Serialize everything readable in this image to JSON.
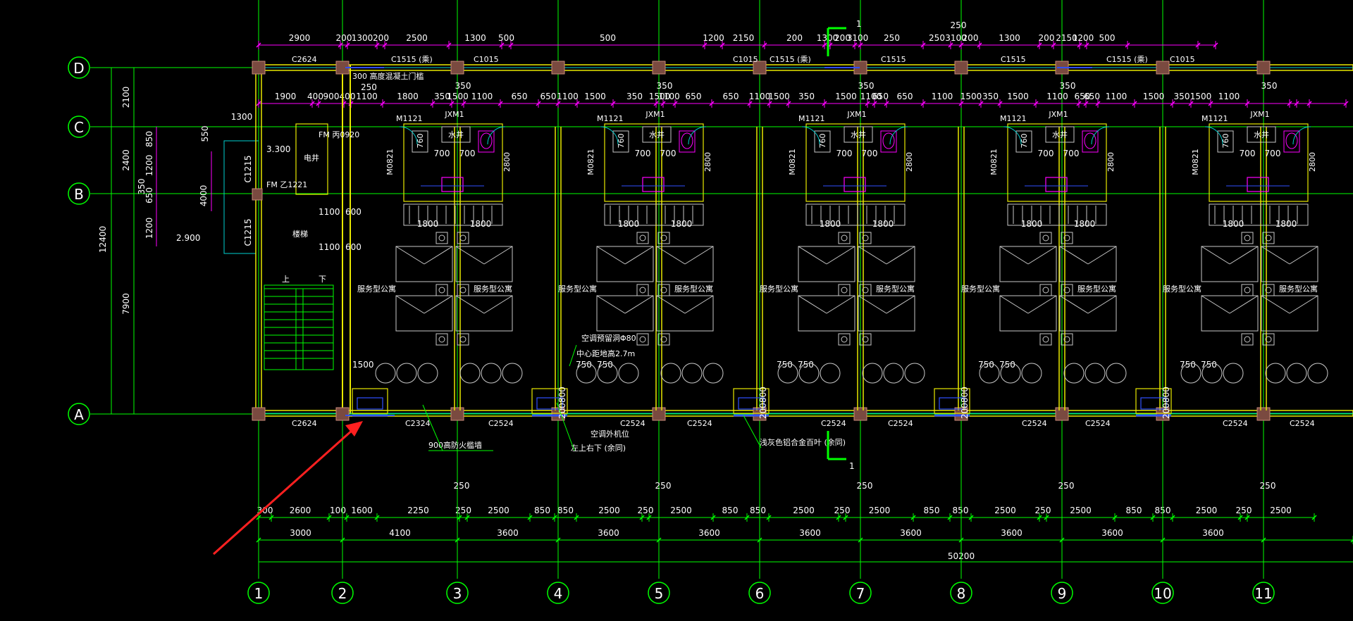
{
  "colors": {
    "background": "#000000",
    "axis_line": "#00ff00",
    "dimension": "#ff00ff",
    "wall": "#e8e800",
    "window": "#00d0d0",
    "column": "#c98a7a",
    "text": "#ffffff",
    "arrow": "#ff2020",
    "blue": "#3050ff",
    "gray": "#c8c8c8"
  },
  "axes_vertical": [
    {
      "label": "1"
    },
    {
      "label": "2"
    },
    {
      "label": "3"
    },
    {
      "label": "4"
    },
    {
      "label": "5"
    },
    {
      "label": "6"
    },
    {
      "label": "7"
    },
    {
      "label": "8"
    },
    {
      "label": "9"
    },
    {
      "label": "10"
    },
    {
      "label": "11"
    }
  ],
  "axes_horizontal": [
    {
      "label": "D"
    },
    {
      "label": "C"
    },
    {
      "label": "B"
    },
    {
      "label": "A"
    }
  ],
  "top_dims_1": [
    {
      "t": "2900"
    },
    {
      "t": "200"
    },
    {
      "t": "1300"
    },
    {
      "t": "200"
    },
    {
      "t": "2500"
    },
    {
      "t": "1300"
    },
    {
      "t": "500"
    },
    {
      "t": "500"
    },
    {
      "t": "1200"
    },
    {
      "t": "2150"
    },
    {
      "t": "200"
    },
    {
      "t": "1300"
    },
    {
      "t": "200"
    },
    {
      "t": "3100"
    },
    {
      "t": "250"
    },
    {
      "t": "250"
    },
    {
      "t": "3100"
    },
    {
      "t": "200"
    },
    {
      "t": "1300"
    },
    {
      "t": "200"
    },
    {
      "t": "2150"
    },
    {
      "t": "1200"
    },
    {
      "t": "500"
    }
  ],
  "top_windows": [
    {
      "t": "C2624"
    },
    {
      "t": "C1515 (乘)"
    },
    {
      "t": "C1015"
    },
    {
      "t": "C1015"
    },
    {
      "t": "C1515 (乘)"
    },
    {
      "t": "C1515"
    },
    {
      "t": "C1515"
    },
    {
      "t": "C1515 (乘)"
    },
    {
      "t": "C1015"
    }
  ],
  "top_dims_2": [
    {
      "t": "1900"
    },
    {
      "t": "400"
    },
    {
      "t": "900"
    },
    {
      "t": "400"
    },
    {
      "t": "1100"
    },
    {
      "t": "1800"
    },
    {
      "t": "350"
    },
    {
      "t": "1500"
    },
    {
      "t": "1100"
    },
    {
      "t": "650"
    },
    {
      "t": "650"
    },
    {
      "t": "1100"
    },
    {
      "t": "1500"
    },
    {
      "t": "350"
    },
    {
      "t": "1500"
    },
    {
      "t": "1100"
    },
    {
      "t": "650"
    },
    {
      "t": "650"
    },
    {
      "t": "1100"
    },
    {
      "t": "1500"
    },
    {
      "t": "350"
    },
    {
      "t": "1500"
    },
    {
      "t": "1100"
    },
    {
      "t": "650"
    },
    {
      "t": "650"
    },
    {
      "t": "1100"
    },
    {
      "t": "1500"
    },
    {
      "t": "350"
    },
    {
      "t": "1500"
    },
    {
      "t": "1100"
    },
    {
      "t": "650"
    },
    {
      "t": "650"
    },
    {
      "t": "1100"
    },
    {
      "t": "1500"
    },
    {
      "t": "350"
    },
    {
      "t": "1500"
    },
    {
      "t": "1100"
    }
  ],
  "bottom_dims_1": [
    {
      "t": "300"
    },
    {
      "t": "2600"
    },
    {
      "t": "100"
    },
    {
      "t": "1600"
    },
    {
      "t": "2250"
    },
    {
      "t": "250"
    },
    {
      "t": "2500"
    },
    {
      "t": "850"
    },
    {
      "t": "850"
    },
    {
      "t": "2500"
    },
    {
      "t": "250"
    },
    {
      "t": "2500"
    },
    {
      "t": "850"
    },
    {
      "t": "850"
    },
    {
      "t": "2500"
    },
    {
      "t": "250"
    },
    {
      "t": "2500"
    },
    {
      "t": "850"
    },
    {
      "t": "850"
    },
    {
      "t": "2500"
    },
    {
      "t": "250"
    },
    {
      "t": "2500"
    },
    {
      "t": "850"
    },
    {
      "t": "850"
    },
    {
      "t": "2500"
    },
    {
      "t": "250"
    },
    {
      "t": "2500"
    }
  ],
  "bottom_dims_2": [
    {
      "t": "3000"
    },
    {
      "t": "4100"
    },
    {
      "t": "3600"
    },
    {
      "t": "3600"
    },
    {
      "t": "3600"
    },
    {
      "t": "3600"
    },
    {
      "t": "3600"
    },
    {
      "t": "3600"
    },
    {
      "t": "3600"
    },
    {
      "t": "3600"
    }
  ],
  "bottom_windows": [
    {
      "t": "C2624"
    },
    {
      "t": "C2324"
    },
    {
      "t": "C2524"
    },
    {
      "t": "C2524"
    },
    {
      "t": "C2524"
    },
    {
      "t": "C2524"
    },
    {
      "t": "C2524"
    },
    {
      "t": "C2524"
    },
    {
      "t": "C2524"
    },
    {
      "t": "C2524"
    },
    {
      "t": "C2524"
    }
  ],
  "left_dims_outer": [
    {
      "t": "2100"
    },
    {
      "t": "2400"
    },
    {
      "t": "7900"
    }
  ],
  "left_total": "12400",
  "left_dims_inner": [
    {
      "t": "850"
    },
    {
      "t": "1200"
    },
    {
      "t": "650"
    },
    {
      "t": "1200"
    }
  ],
  "left_misc": {
    "d550": "550",
    "d350": "350",
    "d4000": "4000",
    "d1300": "1300",
    "level_1": "3.300",
    "level_2": "2.900",
    "c1215_a": "C1215",
    "c1215_b": "C1215"
  },
  "total_length": "50200",
  "top_marks": [
    "250",
    "350",
    "350",
    "350",
    "350",
    "350"
  ],
  "bottom_marks": [
    "250",
    "250",
    "250",
    "250",
    "250"
  ],
  "section_mark": "1",
  "room_label": "服务型公寓",
  "labels": {
    "fire_door_top": "300 高度混凝土门槛",
    "door_fm": "FM 丙0920",
    "elevator": "电井",
    "fm_zj": "FM 乙1221",
    "d250_top": "250",
    "d1100_a": "1100",
    "d600_a": "600",
    "d1100_b": "1100",
    "d600_b": "600",
    "d1500": "1500",
    "shaft_note": "楼梯",
    "stair_up": "上",
    "stair_down": "下",
    "ac_hole": "空调预留洞Φ80",
    "ac_height": "中心距地高2.7m",
    "ac_outdoor": "空调外机位",
    "ac_note": "左上右下 (余同)",
    "firewall": "900高防火槛墙",
    "louver": "浅灰色铝合金百叶 (余同)",
    "m1121": "M1121",
    "m0821": "M0821",
    "shuijing": "水井",
    "jxm1": "JXM1",
    "d700": "700",
    "d1800": "1800",
    "d2800": "2800",
    "d750": "750",
    "d200": "200",
    "d800": "800",
    "d760": "760"
  }
}
